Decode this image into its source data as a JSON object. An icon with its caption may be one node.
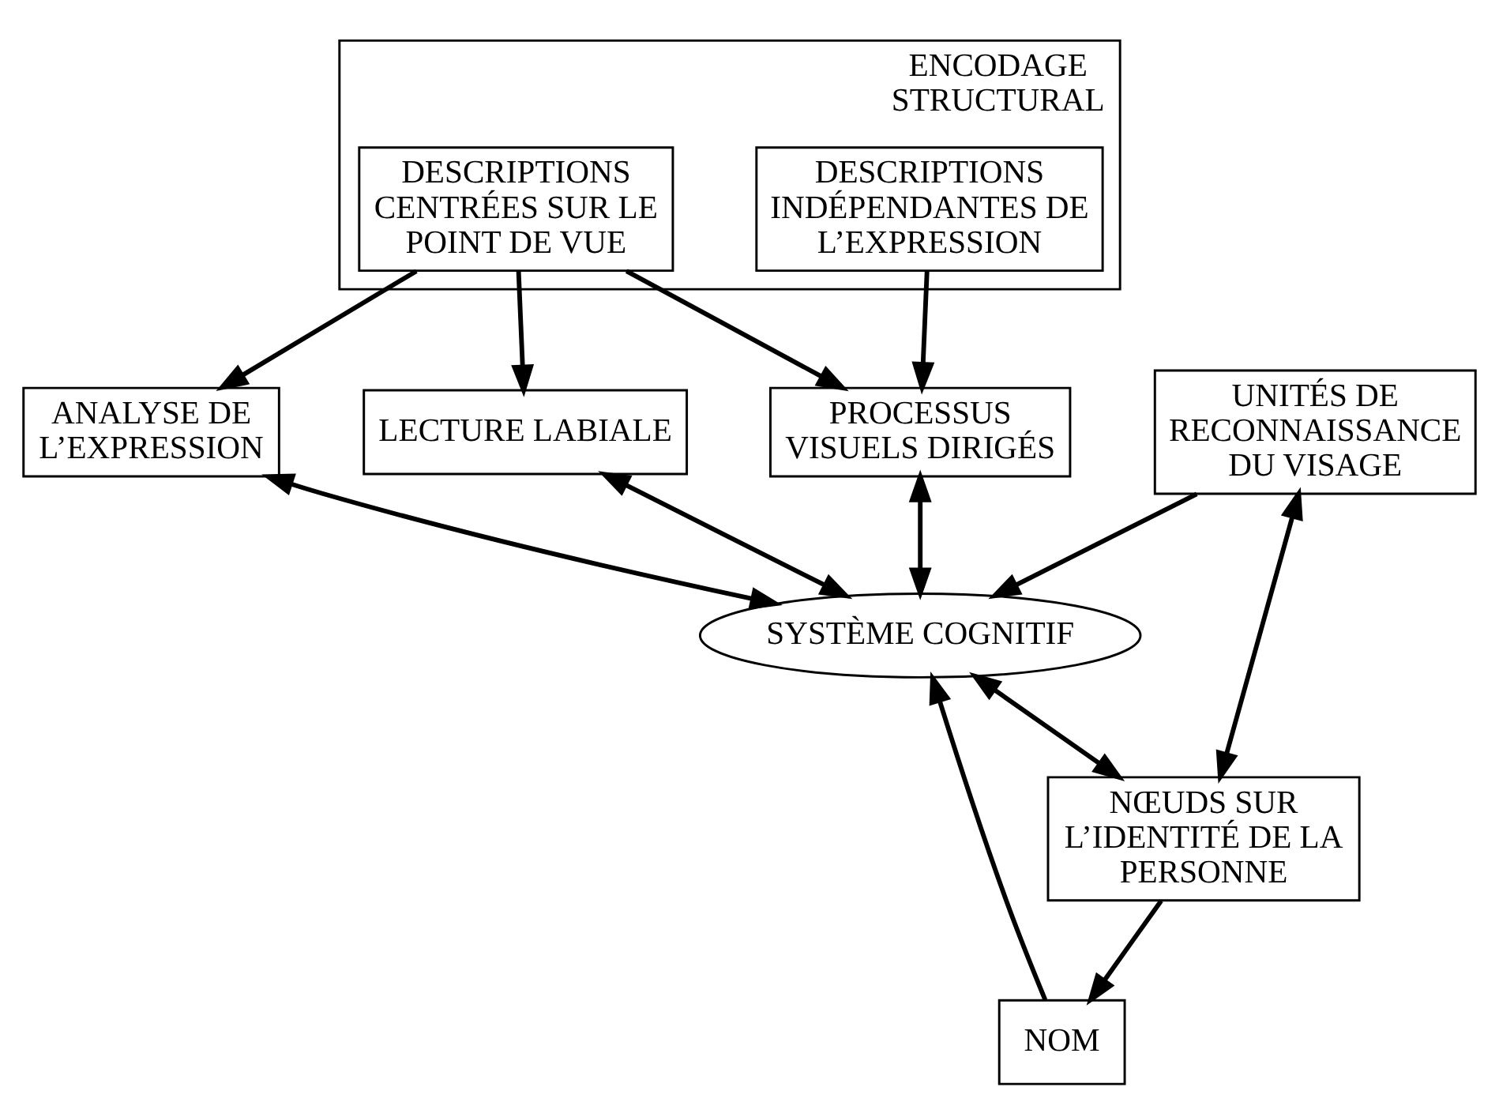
{
  "diagram": {
    "nodes": [
      {
        "text": [
          "ENCODAGE STRUCTURAL"
        ]
      },
      {
        "text": [
          "DESCRIPTIONS CENTRÉES SUR LE POINT DE VUE"
        ],
        "in": 0
      },
      {
        "text": [
          "DESCRIPTIONS INDÉPENDANTES DE L’EXPRESSION"
        ],
        "in": 0
      },
      {
        "text": [
          "ANALYSE DE L’EXPRESSION"
        ]
      },
      {
        "text": [
          "LECTURE LABIALE"
        ]
      },
      {
        "text": [
          "PROCESSUS VISUELS DIRIGÉS"
        ]
      },
      {
        "text": [
          "UNITÉS DE RECONNAISSANCE DU VISAGE"
        ]
      },
      {
        "text": [
          "SYSTÈME COGNITIF"
        ]
      },
      {
        "text": [
          "NŒUDS SUR L’IDENTITÉ DE LA PERSONNE"
        ]
      },
      {
        "text": [
          "NOM"
        ]
      }
    ],
    "edges": [
      {
        "from": 1,
        "to": 3,
        "arrow": "to"
      },
      {
        "from": 1,
        "to": 4,
        "arrow": "to"
      },
      {
        "from": 1,
        "to": 5,
        "arrow": "to"
      },
      {
        "from": 2,
        "to": 5,
        "arrow": "to"
      },
      {
        "from": 3,
        "to": 7,
        "arrow": "both"
      },
      {
        "from": 4,
        "to": 7,
        "arrow": "both"
      },
      {
        "from": 5,
        "to": 7,
        "arrow": "both"
      },
      {
        "from": 6,
        "to": 7,
        "arrow": "to"
      },
      {
        "from": 6,
        "to": 8,
        "arrow": "both"
      },
      {
        "from": 7,
        "to": 8,
        "arrow": "both"
      },
      {
        "from": 8,
        "to": 9,
        "arrow": "to"
      },
      {
        "from": 9,
        "to": 7,
        "arrow": "to"
      }
    ]
  }
}
